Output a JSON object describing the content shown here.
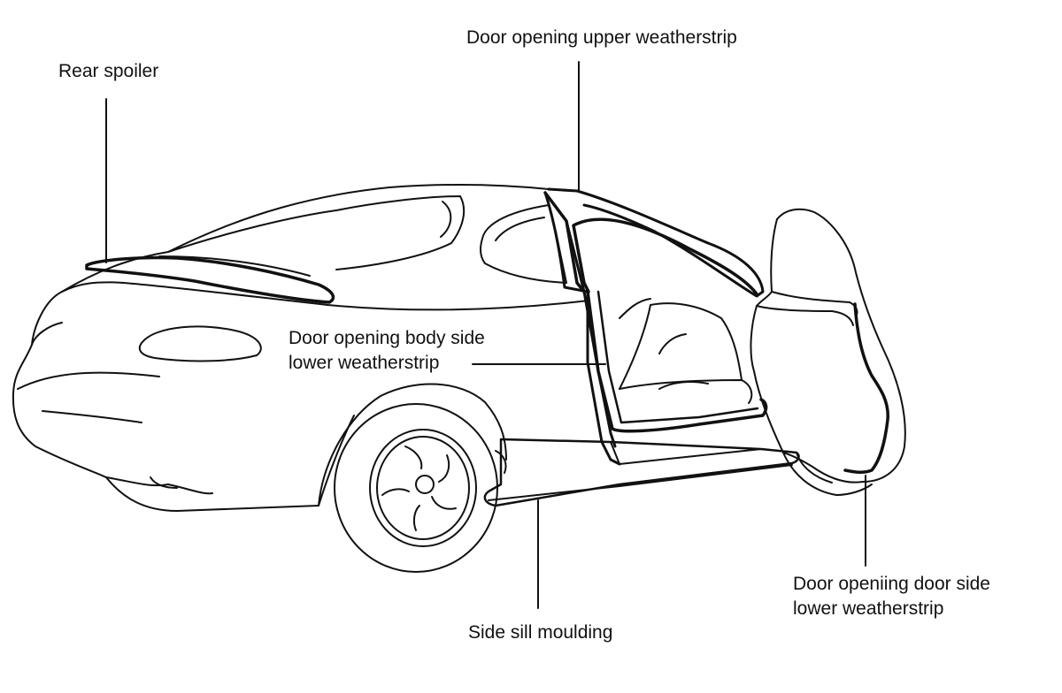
{
  "labels": {
    "rear_spoiler": "Rear spoiler",
    "door_opening_upper_weatherstrip": "Door opening upper weatherstrip",
    "door_opening_body_side_line1": "Door opening body side",
    "door_opening_body_side_line2": "lower weatherstrip",
    "door_opening_door_side_line1": "Door openiing door side",
    "door_opening_door_side_line2": "lower weatherstrip",
    "side_sill_moulding": "Side sill moulding"
  },
  "colors": {
    "line": "#111111",
    "background": "#ffffff"
  }
}
